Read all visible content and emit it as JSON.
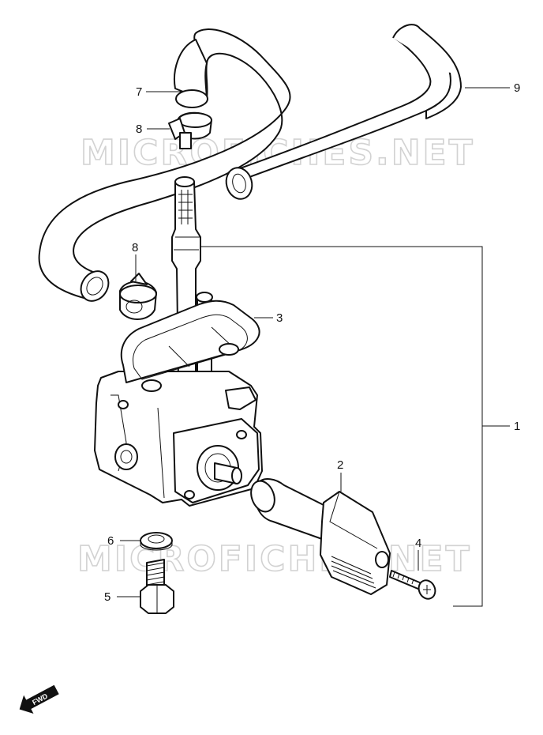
{
  "watermark": "MICROFICHES.NET",
  "callouts": {
    "p1": "1",
    "p2": "2",
    "p3": "3",
    "p4": "4",
    "p5": "5",
    "p6": "6",
    "p7": "7",
    "p8a": "8",
    "p8b": "8",
    "p9": "9"
  },
  "direction_badge": "FWD",
  "icons": {
    "direction": "fwd-arrow-icon"
  }
}
